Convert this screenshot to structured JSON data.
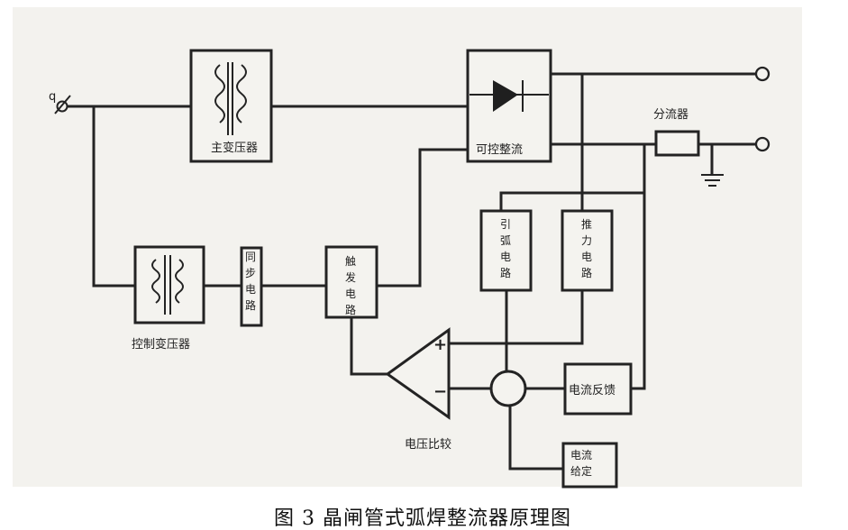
{
  "diagram": {
    "blocks": {
      "main_transformer": "主变压器",
      "controlled_rectifier": "可控整流",
      "shunt": "分流器",
      "control_transformer": "控制变压器",
      "sync_circuit": "同步电路",
      "trigger_circuit": "触发电路",
      "arc_start_circuit": "引弧电路",
      "arc_force_circuit": "推力电路",
      "current_feedback": "电流反馈",
      "current_setting": "电流给定",
      "voltage_compare": "电压比较"
    },
    "signs": {
      "plus": "+",
      "minus": "−"
    },
    "input_mark": "q",
    "caption": "图 3 晶闸管式弧焊整流器原理图"
  }
}
